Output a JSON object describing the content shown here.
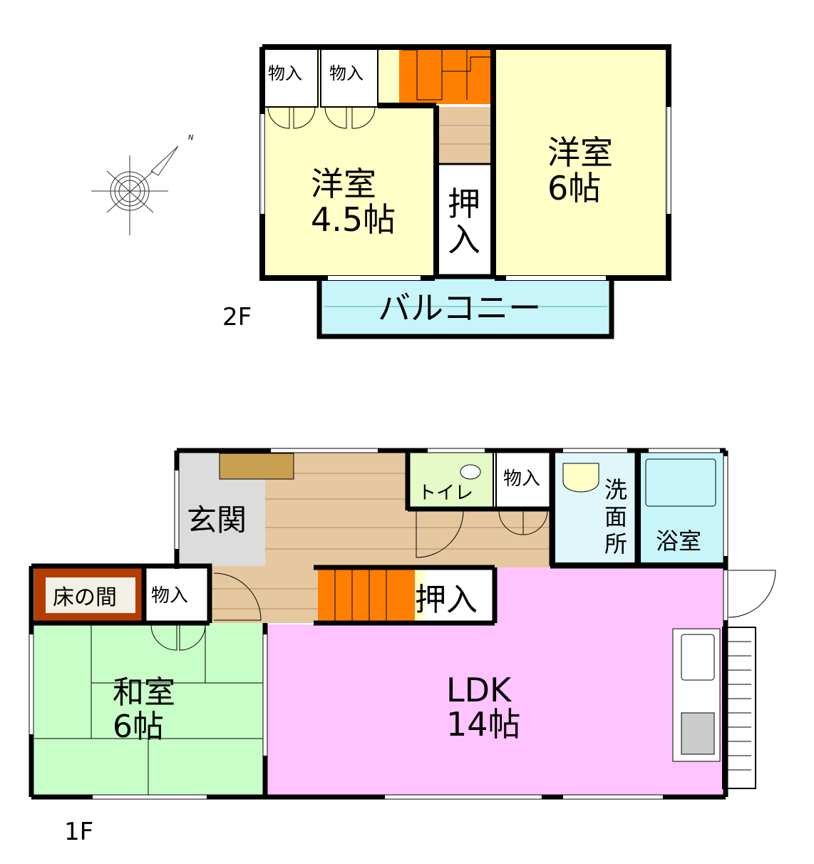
{
  "floors": {
    "upper": {
      "label": "2F",
      "rooms": {
        "storage_1": "物入",
        "storage_2": "物入",
        "western_small_name": "洋室",
        "western_small_size": "4.5帖",
        "closet_char_1": "押",
        "closet_char_2": "入",
        "western_large_name": "洋室",
        "western_large_size": "6帖",
        "balcony": "バルコニー"
      }
    },
    "lower": {
      "label": "1F",
      "rooms": {
        "entrance": "玄関",
        "toilet": "トイレ",
        "storage_hall": "物入",
        "washroom_char_1": "洗",
        "washroom_char_2": "面",
        "washroom_char_3": "所",
        "bathroom": "浴室",
        "alcove": "床の間",
        "storage_japanese": "物入",
        "closet_stairs": "押入",
        "japanese_name": "和室",
        "japanese_size": "6帖",
        "ldk_name": "LDK",
        "ldk_size": "14帖"
      }
    }
  },
  "compass": {
    "north": "N"
  },
  "colors": {
    "western_room": "#FFFFC8",
    "balcony": "#C8F5FA",
    "stairs": "#FF7F00",
    "floor_wood": "#E6C8A0",
    "entrance_tile": "#DCDCDC",
    "toilet": "#E6FAC8",
    "bath": "#C8F5FA",
    "alcove": "#B43C00",
    "tatami": "#C8FFC8",
    "ldk": "#FFC3FF",
    "wall": "#000000"
  }
}
